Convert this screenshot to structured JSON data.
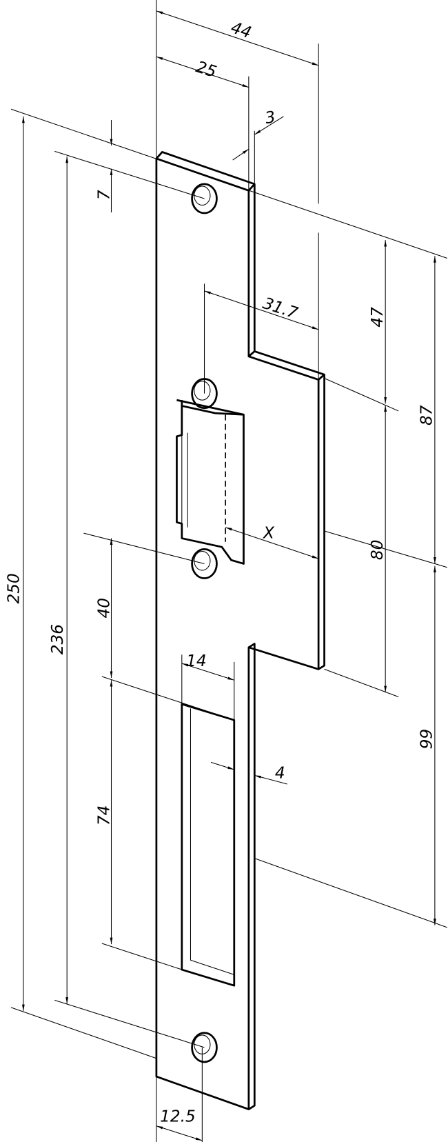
{
  "drawing": {
    "dimensions": {
      "width_total": "44",
      "width_front": "25",
      "thickness": "3",
      "hole_offset_top": "7",
      "length_total": "250",
      "hole_spacing": "236",
      "tab_depth": "31.7",
      "tab_offset": "47",
      "tab_top_to_mid": "87",
      "tab_length": "80",
      "x_variable": "X",
      "bottom_to_mid": "99",
      "hole_to_slot": "40",
      "slot_width": "14",
      "slot_offset": "4",
      "slot_length": "74",
      "hole_edge_offset": "12.5"
    },
    "colors": {
      "line": "#000000",
      "background": "#ffffff"
    }
  }
}
